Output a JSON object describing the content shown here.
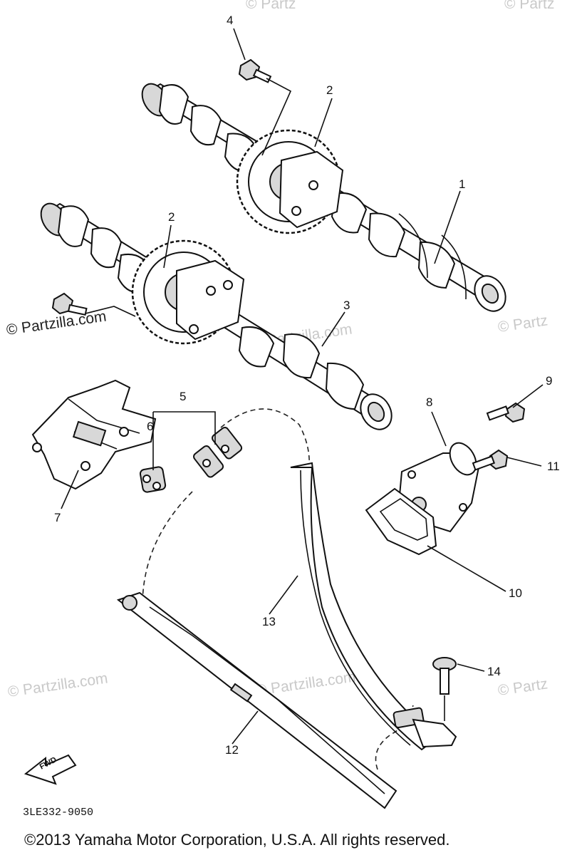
{
  "callouts": [
    "1",
    "2",
    "2",
    "3",
    "4",
    "5",
    "6",
    "7",
    "8",
    "9",
    "10",
    "11",
    "12",
    "13",
    "14"
  ],
  "watermark": "© Partzilla.com",
  "watermark_partial": "© Partz",
  "diagram_code": "3LE332-9050",
  "fwd_label": "FWD",
  "copyright": "©2013 Yamaha Motor Corporation, U.S.A. All rights reserved."
}
